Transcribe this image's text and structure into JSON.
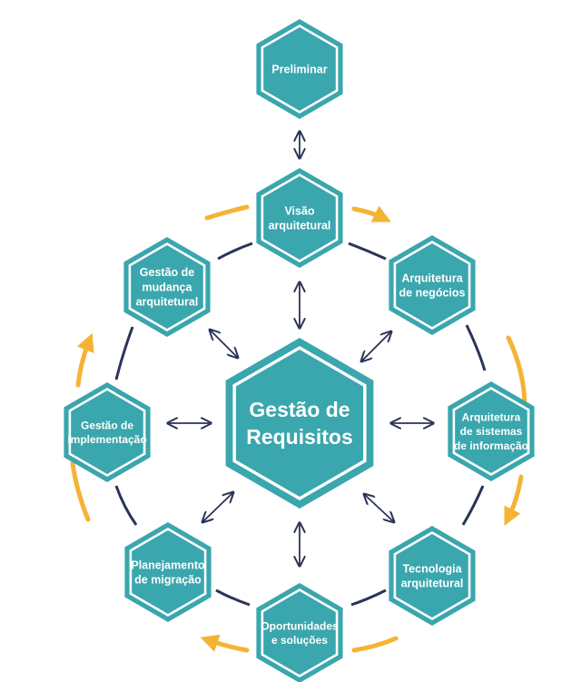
{
  "center": {
    "lines": [
      "Gestão de",
      "Requisitos"
    ]
  },
  "phases": {
    "preliminar": {
      "lines": [
        "Preliminar"
      ]
    },
    "visao": {
      "lines": [
        "Visão",
        "arquitetural"
      ]
    },
    "negocios": {
      "lines": [
        "Arquitetura",
        "de negócios"
      ]
    },
    "sistemas": {
      "lines": [
        "Arquitetura",
        "de sistemas",
        "de informação"
      ]
    },
    "tecnologia": {
      "lines": [
        "Tecnologia",
        "arquitetural"
      ]
    },
    "oportunidades": {
      "lines": [
        "Oportunidades",
        "e soluções"
      ]
    },
    "migracao": {
      "lines": [
        "Planejamento",
        "de migração"
      ]
    },
    "implementacao": {
      "lines": [
        "Gestão de",
        "implementação"
      ]
    },
    "mudanca": {
      "lines": [
        "Gestão de",
        "mudança",
        "arquitetural"
      ]
    }
  },
  "colors": {
    "hex_fill": "#3aa6ad",
    "hex_inner_border": "#ffffff",
    "hex_outer": "#3aa6ad",
    "ring_line": "#2b3357",
    "connector_arrow": "#2b3357",
    "cycle_arrow": "#f5b335"
  }
}
